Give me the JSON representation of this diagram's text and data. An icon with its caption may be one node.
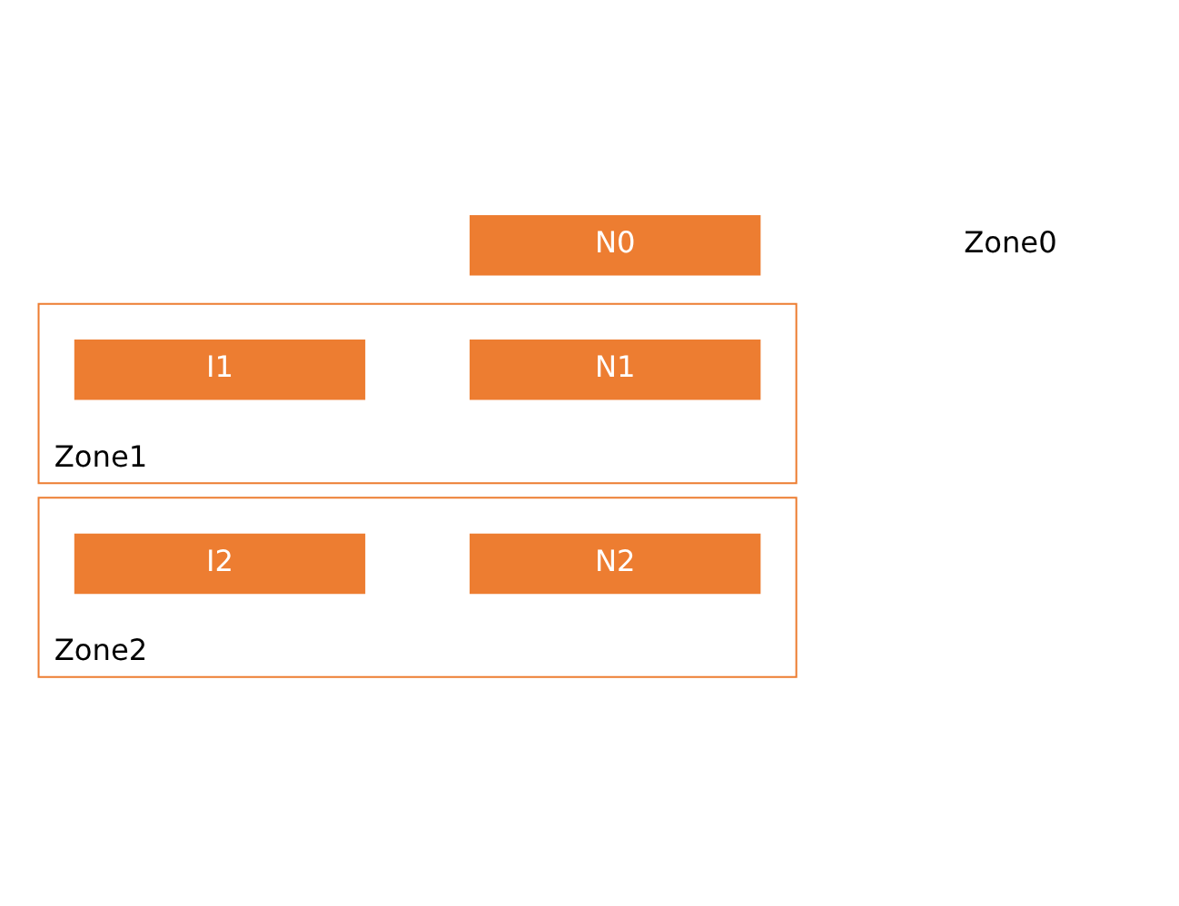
{
  "diagram": {
    "nodes": [
      {
        "text": [
          "N0"
        ]
      },
      {
        "text": [
          "Zone1"
        ]
      },
      {
        "text": [
          "N1"
        ],
        "in": 1
      },
      {
        "text": [
          "I1"
        ],
        "in": 1
      },
      {
        "text": [
          "Zone2"
        ]
      },
      {
        "text": [
          "N2"
        ],
        "in": 4
      },
      {
        "text": [
          "I2"
        ],
        "in": 4
      }
    ],
    "labels": [
      "Zone0"
    ]
  }
}
